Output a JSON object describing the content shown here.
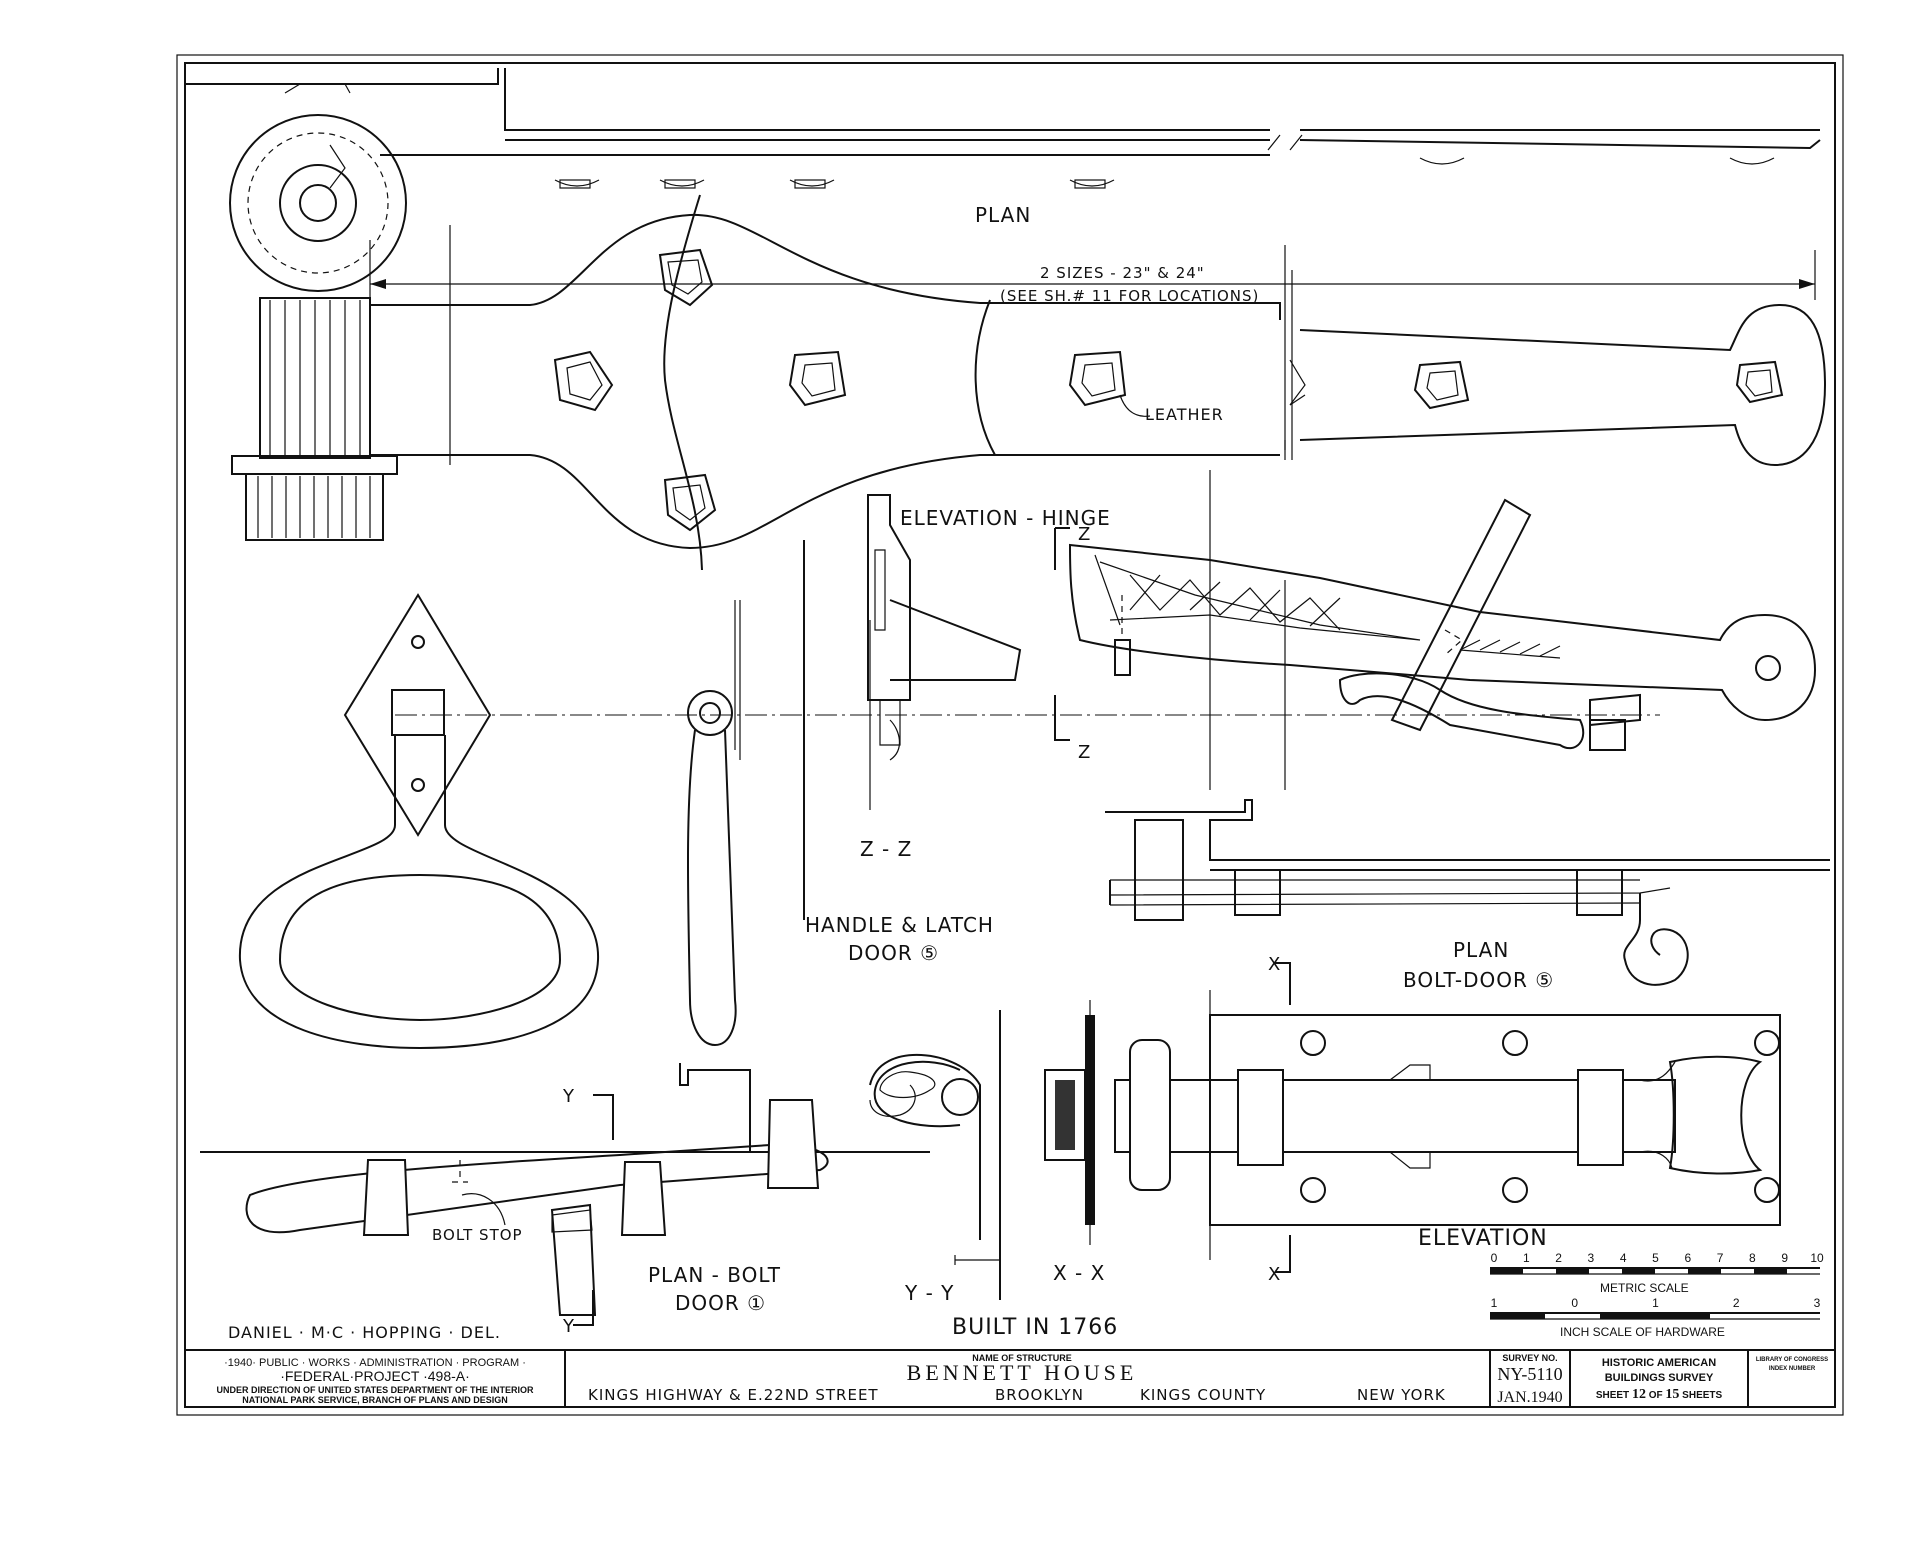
{
  "drawing": {
    "labels": {
      "plan_hinge": "PLAN",
      "hinge_sizes": "2 SIZES - 23\" & 24\"",
      "hinge_locations": "(SEE SH.# 11 FOR LOCATIONS)",
      "leather": "LEATHER",
      "elevation_hinge": "ELEVATION - HINGE",
      "z_top": "Z",
      "z_bottom": "Z",
      "section_zz": "Z - Z",
      "handle_latch_1": "HANDLE & LATCH",
      "handle_latch_2": "DOOR ⑤",
      "plan_bolt_door5_1": "PLAN",
      "plan_bolt_door5_2": "BOLT-DOOR ⑤",
      "x_top": "X",
      "x_bottom": "X",
      "section_xx": "X - X",
      "y_top": "Y",
      "y_bottom": "Y",
      "section_yy": "Y - Y",
      "bolt_stop": "BOLT STOP",
      "plan_bolt_door1_1": "PLAN - BOLT",
      "plan_bolt_door1_2": "DOOR ①",
      "elevation": "ELEVATION",
      "built_in": "BUILT IN 1766",
      "delineator": "DANIEL · M·C · HOPPING · DEL."
    },
    "scales": {
      "metric_ticks": [
        "0",
        "1",
        "2",
        "3",
        "4",
        "5",
        "6",
        "7",
        "8",
        "9",
        "10"
      ],
      "metric_label": "METRIC SCALE",
      "inch_ticks": [
        "1",
        "0",
        "1",
        "2",
        "3"
      ],
      "inch_label": "INCH SCALE OF HARDWARE"
    }
  },
  "title_block": {
    "program_line1": "·1940· PUBLIC · WORKS · ADMINISTRATION · PROGRAM ·",
    "program_line2": "·FEDERAL·PROJECT ·498-A·",
    "program_line3": "UNDER DIRECTION OF UNITED STATES DEPARTMENT OF THE INTERIOR",
    "program_line4": "NATIONAL PARK SERVICE, BRANCH OF PLANS AND DESIGN",
    "structure_caption": "NAME OF STRUCTURE",
    "structure_name": "BENNETT HOUSE",
    "address": "KINGS HIGHWAY & E.22ND STREET",
    "city": "BROOKLYN",
    "county": "KINGS COUNTY",
    "state": "NEW YORK",
    "survey_caption": "SURVEY NO.",
    "survey_no": "NY-5110",
    "survey_date": "JAN.1940",
    "habs_line1": "HISTORIC AMERICAN",
    "habs_line2": "BUILDINGS SURVEY",
    "sheet_prefix": "SHEET",
    "sheet_no": "12",
    "sheet_of": "OF",
    "sheet_total": "15",
    "sheet_suffix": "SHEETS",
    "loc_line1": "LIBRARY OF CONGRESS",
    "loc_line2": "INDEX NUMBER"
  }
}
